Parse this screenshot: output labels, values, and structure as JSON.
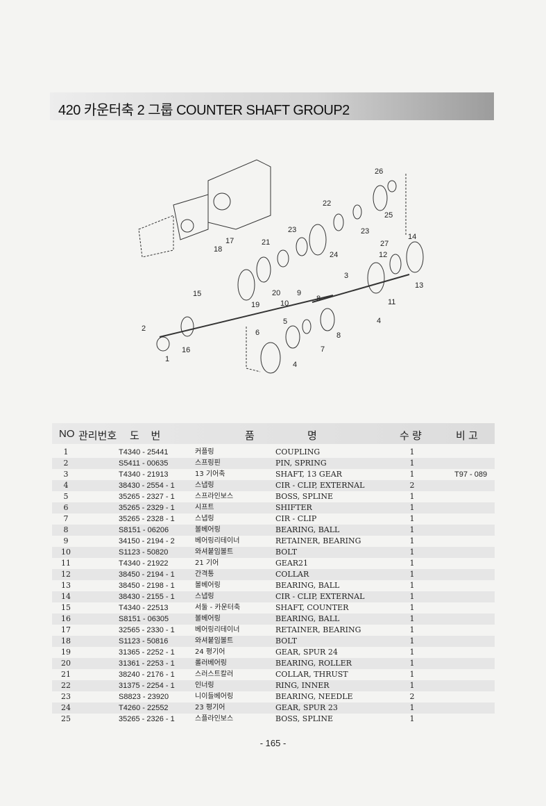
{
  "header": {
    "title": "420  카운터축 2 그룹 COUNTER SHAFT GROUP2"
  },
  "diagram": {
    "callouts": [
      "26",
      "22",
      "25",
      "23",
      "23",
      "21",
      "24",
      "17",
      "18",
      "14",
      "27",
      "12",
      "20",
      "19",
      "15",
      "3",
      "13",
      "9",
      "8",
      "10",
      "11",
      "4",
      "5",
      "2",
      "8",
      "7",
      "16",
      "1",
      "6",
      "4"
    ]
  },
  "table": {
    "headers": {
      "no": "NO",
      "mgmt": "관리번호",
      "drawing": "도    번",
      "name_a": "품",
      "name_b": "명",
      "qty": "수 량",
      "note": "비 고"
    },
    "rows": [
      {
        "no": "1",
        "code": "T4340 - 25441",
        "kr": "커플링",
        "name": "COUPLING",
        "qty": "1",
        "note": ""
      },
      {
        "no": "2",
        "code": "S5411 - 00635",
        "kr": "스프링핀",
        "name": "PIN, SPRING",
        "qty": "1",
        "note": ""
      },
      {
        "no": "3",
        "code": "T4340 - 21913",
        "kr": "13 기어축",
        "name": "SHAFT, 13 GEAR",
        "qty": "1",
        "note": "T97 - 089"
      },
      {
        "no": "4",
        "code": "38430 - 2554 - 1",
        "kr": "스냅링",
        "name": "CIR - CLIP, EXTERNAL",
        "qty": "2",
        "note": ""
      },
      {
        "no": "5",
        "code": "35265 - 2327 - 1",
        "kr": "스프라인보스",
        "name": "BOSS, SPLINE",
        "qty": "1",
        "note": ""
      },
      {
        "no": "6",
        "code": "35265 - 2329 - 1",
        "kr": "시프트",
        "name": "SHIFTER",
        "qty": "1",
        "note": ""
      },
      {
        "no": "7",
        "code": "35265 - 2328 - 1",
        "kr": "스냅링",
        "name": "CIR - CLIP",
        "qty": "1",
        "note": ""
      },
      {
        "no": "8",
        "code": "S8151 - 06206",
        "kr": "볼베어링",
        "name": "BEARING, BALL",
        "qty": "1",
        "note": ""
      },
      {
        "no": "9",
        "code": "34150 - 2194 - 2",
        "kr": "베어링리테이너",
        "name": "RETAINER, BEARING",
        "qty": "1",
        "note": ""
      },
      {
        "no": "10",
        "code": "S1123 - 50820",
        "kr": "와셔붙임볼트",
        "name": "BOLT",
        "qty": "1",
        "note": ""
      },
      {
        "no": "11",
        "code": "T4340 - 21922",
        "kr": "21 기어",
        "name": "GEAR21",
        "qty": "1",
        "note": ""
      },
      {
        "no": "12",
        "code": "38450 - 2194 - 1",
        "kr": "간격통",
        "name": "COLLAR",
        "qty": "1",
        "note": ""
      },
      {
        "no": "13",
        "code": "38450 - 2198 - 1",
        "kr": "볼베어링",
        "name": "BEARING, BALL",
        "qty": "1",
        "note": ""
      },
      {
        "no": "14",
        "code": "38430 - 2155 - 1",
        "kr": "스냅링",
        "name": "CIR - CLIP, EXTERNAL",
        "qty": "1",
        "note": ""
      },
      {
        "no": "15",
        "code": "T4340 - 22513",
        "kr": "서둘 - 카운터축",
        "name": "SHAFT, COUNTER",
        "qty": "1",
        "note": ""
      },
      {
        "no": "16",
        "code": "S8151 - 06305",
        "kr": "볼베어링",
        "name": "BEARING, BALL",
        "qty": "1",
        "note": ""
      },
      {
        "no": "17",
        "code": "32565 - 2330 - 1",
        "kr": "베어링리테이너",
        "name": "RETAINER, BEARING",
        "qty": "1",
        "note": ""
      },
      {
        "no": "18",
        "code": "S1123 - 50816",
        "kr": "와셔붙임볼트",
        "name": "BOLT",
        "qty": "1",
        "note": ""
      },
      {
        "no": "19",
        "code": "31365 - 2252 - 1",
        "kr": "24 평기어",
        "name": "GEAR, SPUR 24",
        "qty": "1",
        "note": ""
      },
      {
        "no": "20",
        "code": "31361 - 2253 - 1",
        "kr": "롤러베어링",
        "name": "BEARING, ROLLER",
        "qty": "1",
        "note": ""
      },
      {
        "no": "21",
        "code": "38240 - 2176 - 1",
        "kr": "스러스트칼러",
        "name": "COLLAR, THRUST",
        "qty": "1",
        "note": ""
      },
      {
        "no": "22",
        "code": "31375 - 2254 - 1",
        "kr": "인너링",
        "name": "RING, INNER",
        "qty": "1",
        "note": ""
      },
      {
        "no": "23",
        "code": "S8823 - 23920",
        "kr": "니이들베어링",
        "name": "BEARING, NEEDLE",
        "qty": "2",
        "note": ""
      },
      {
        "no": "24",
        "code": "T4260 - 22552",
        "kr": "23 평기어",
        "name": "GEAR, SPUR 23",
        "qty": "1",
        "note": ""
      },
      {
        "no": "25",
        "code": "35265 - 2326 - 1",
        "kr": "스플라인보스",
        "name": "BOSS, SPLINE",
        "qty": "1",
        "note": ""
      }
    ]
  },
  "footer": {
    "page": "- 165 -"
  }
}
